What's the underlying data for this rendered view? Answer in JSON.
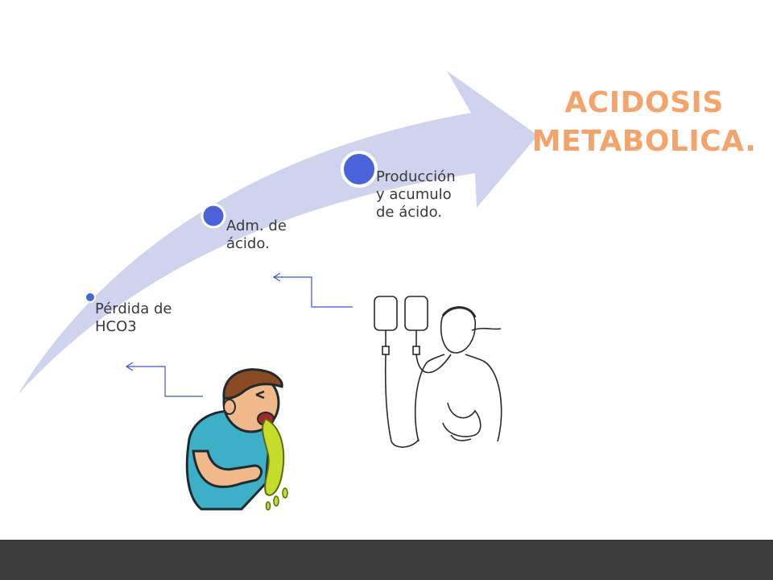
{
  "title": {
    "line1": "ACIDOSIS",
    "line2": "METABOLICA."
  },
  "steps": [
    {
      "line1": "Pérdida de",
      "line2": "HCO3"
    },
    {
      "line1": "Adm. de",
      "line2": "ácido."
    },
    {
      "line1": "Producción",
      "line2": "y acumulo",
      "line3": "de ácido."
    }
  ],
  "colors": {
    "arrow_fill": "#d0d3ee",
    "marker": "#4a63d8",
    "title": "#f4a36b",
    "connector": "#3b55c9",
    "footer": "#3d3d3d"
  },
  "illustrations": [
    {
      "icon": "vomiting-person-icon"
    },
    {
      "icon": "iv-drip-patient-icon"
    }
  ]
}
